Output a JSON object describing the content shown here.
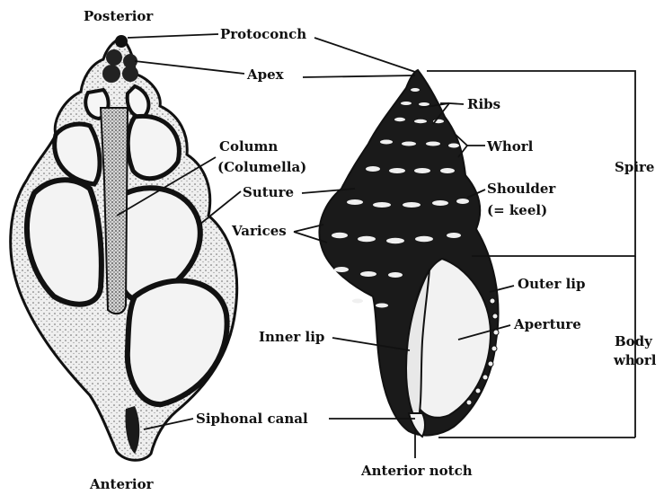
{
  "labels": {
    "posterior": "Posterior",
    "anterior": "Anterior",
    "protoconch": "Protoconch",
    "apex": "Apex",
    "ribs": "Ribs",
    "whorl": "Whorl",
    "column": "Column",
    "columella": "(Columella)",
    "suture": "Suture",
    "shoulder": "Shoulder",
    "keel": "(= keel)",
    "varices": "Varices",
    "spire": "Spire",
    "outer_lip": "Outer lip",
    "aperture": "Aperture",
    "inner_lip": "Inner lip",
    "body": "Body",
    "whorl_body": "whorl",
    "siphonal_canal": "Siphonal canal",
    "anterior_notch": "Anterior notch"
  },
  "colors": {
    "ink": "#111111",
    "shell_light": "#f4f4f4",
    "shell_shade": "#d9d9d9",
    "shell_dark": "#1a1a1a"
  }
}
